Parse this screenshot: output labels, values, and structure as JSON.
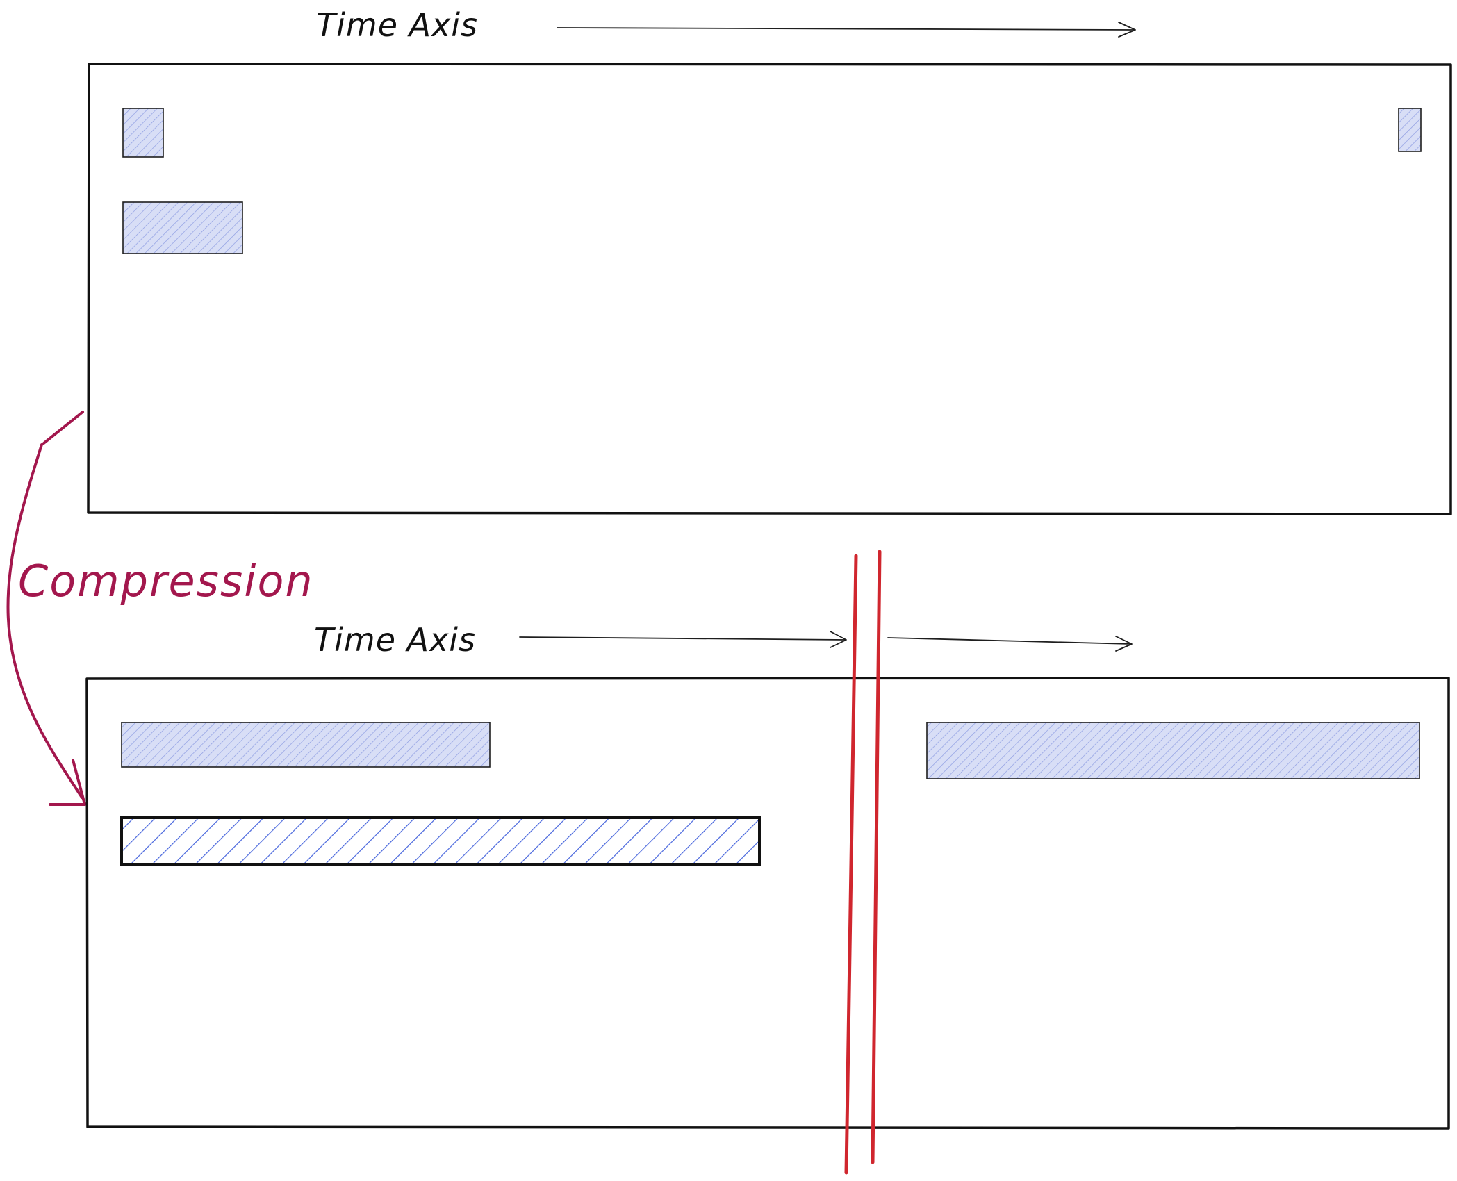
{
  "diagram": {
    "top_axis_label": "Time Axis",
    "bottom_axis_label": "Time Axis",
    "transition_label": "Compression"
  },
  "colors": {
    "outline": "#111111",
    "bar_fill": "#d8def6",
    "bar_hatch_light": "#8e9de2",
    "bar_hatch_dark": "#4866dd",
    "break_line": "#d0262e",
    "compression": "#a3174d"
  },
  "icons": {
    "axis_arrow": "arrow-right-icon",
    "compression_arrow": "curved-arrow-down-icon",
    "break_marker": "axis-break-icon"
  }
}
